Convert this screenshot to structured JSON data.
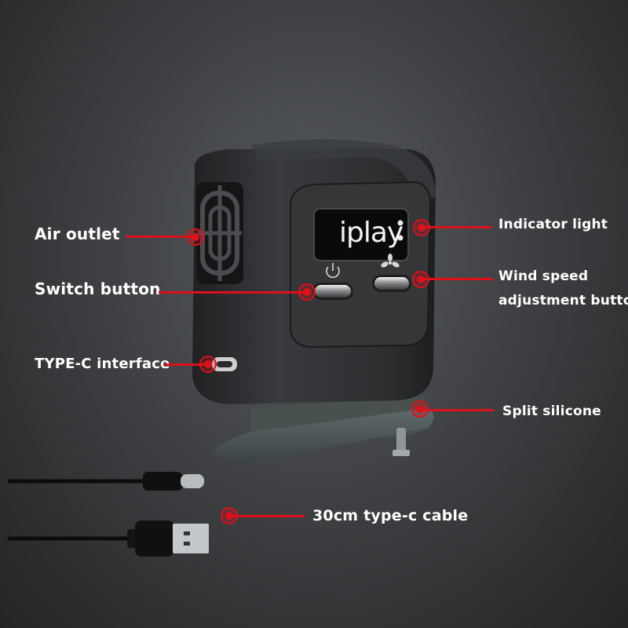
{
  "labels": {
    "air_outlet": "Air outlet",
    "switch_button": "Switch button",
    "type_c_interface": "TYPE-C interface",
    "indicator_light": "Indicator light",
    "wind_speed_line1": "Wind speed",
    "wind_speed_line2": "adjustment button",
    "split_silicone": "Split silicone",
    "cable": "30cm type-c cable"
  },
  "device": {
    "brand_logo": "iplay"
  },
  "colors": {
    "accent": "#e0101a",
    "device_body": "#2f3133",
    "background": "#3f4144"
  },
  "icons": {
    "power": "power-icon",
    "fan": "fan-icon"
  }
}
